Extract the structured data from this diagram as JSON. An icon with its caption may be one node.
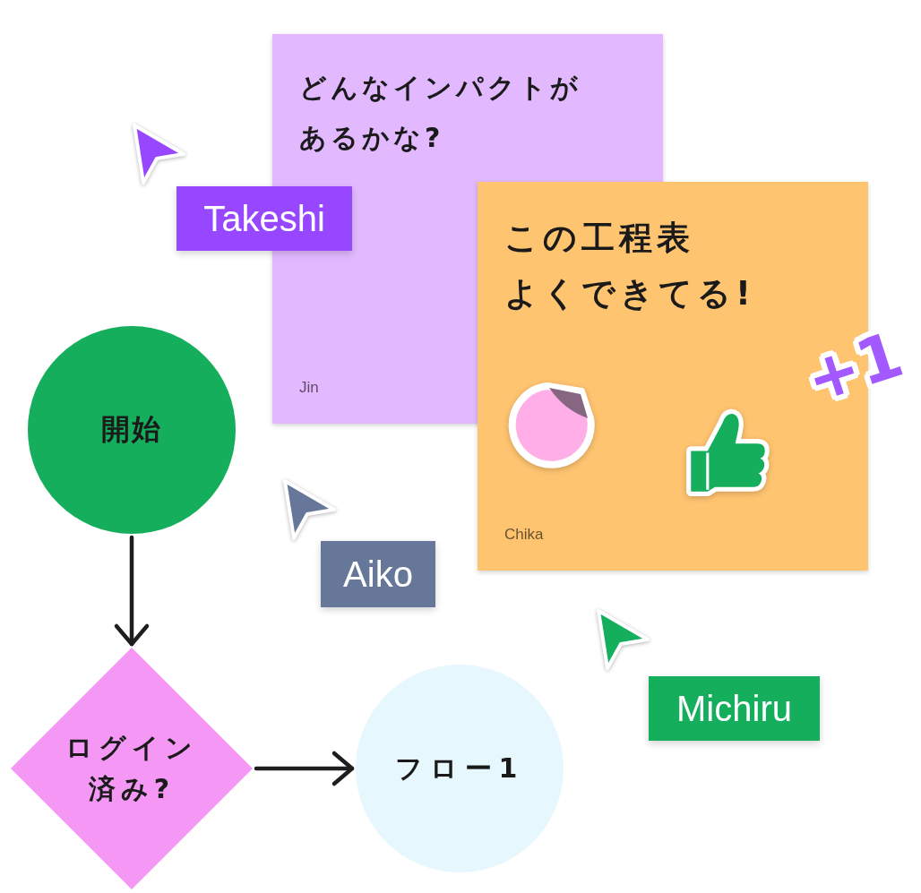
{
  "diagram": {
    "nodes": [
      {
        "text": [
          "どんなインパクトがあるかな?",
          "Jin"
        ]
      },
      {
        "text": [
          "この工程表よくできてる!",
          "Chika"
        ]
      },
      {
        "text": [
          "Takeshi"
        ]
      },
      {
        "text": [
          "開始"
        ]
      },
      {
        "text": [
          "Aiko"
        ]
      },
      {
        "text": [
          "Michiru"
        ]
      },
      {
        "text": [
          "ログイン済み?"
        ]
      },
      {
        "text": [
          "フロー1"
        ]
      }
    ],
    "edges": [
      {
        "from": 3,
        "to": 6,
        "arrow": "to"
      },
      {
        "from": 6,
        "to": 7,
        "arrow": "to"
      }
    ],
    "labels": [
      "+1"
    ]
  }
}
